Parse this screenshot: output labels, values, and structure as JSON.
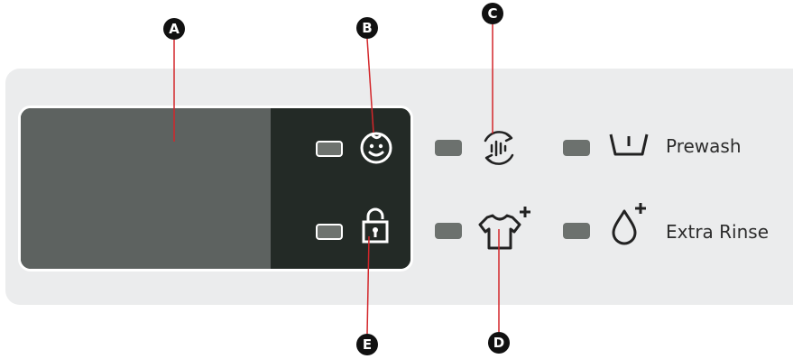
{
  "callouts": {
    "a": "A",
    "b": "B",
    "c": "C",
    "d": "D",
    "e": "E"
  },
  "options": {
    "prewash_label": "Prewash",
    "extra_rinse_label": "Extra Rinse"
  },
  "icons": {
    "display_area": "display-screen",
    "b": "child-face-icon",
    "e": "padlock-icon",
    "c": "rotation-cycle-icon",
    "d": "tshirt-plus-icon",
    "prewash": "wash-tub-icon",
    "extra_rinse": "water-drop-plus-icon"
  },
  "colors": {
    "panel": "#ebeced",
    "display_screen": "#5d6260",
    "display_dark": "#232a26",
    "led": "#6c716e",
    "callout_line": "#d3262a",
    "marker": "#111111"
  }
}
